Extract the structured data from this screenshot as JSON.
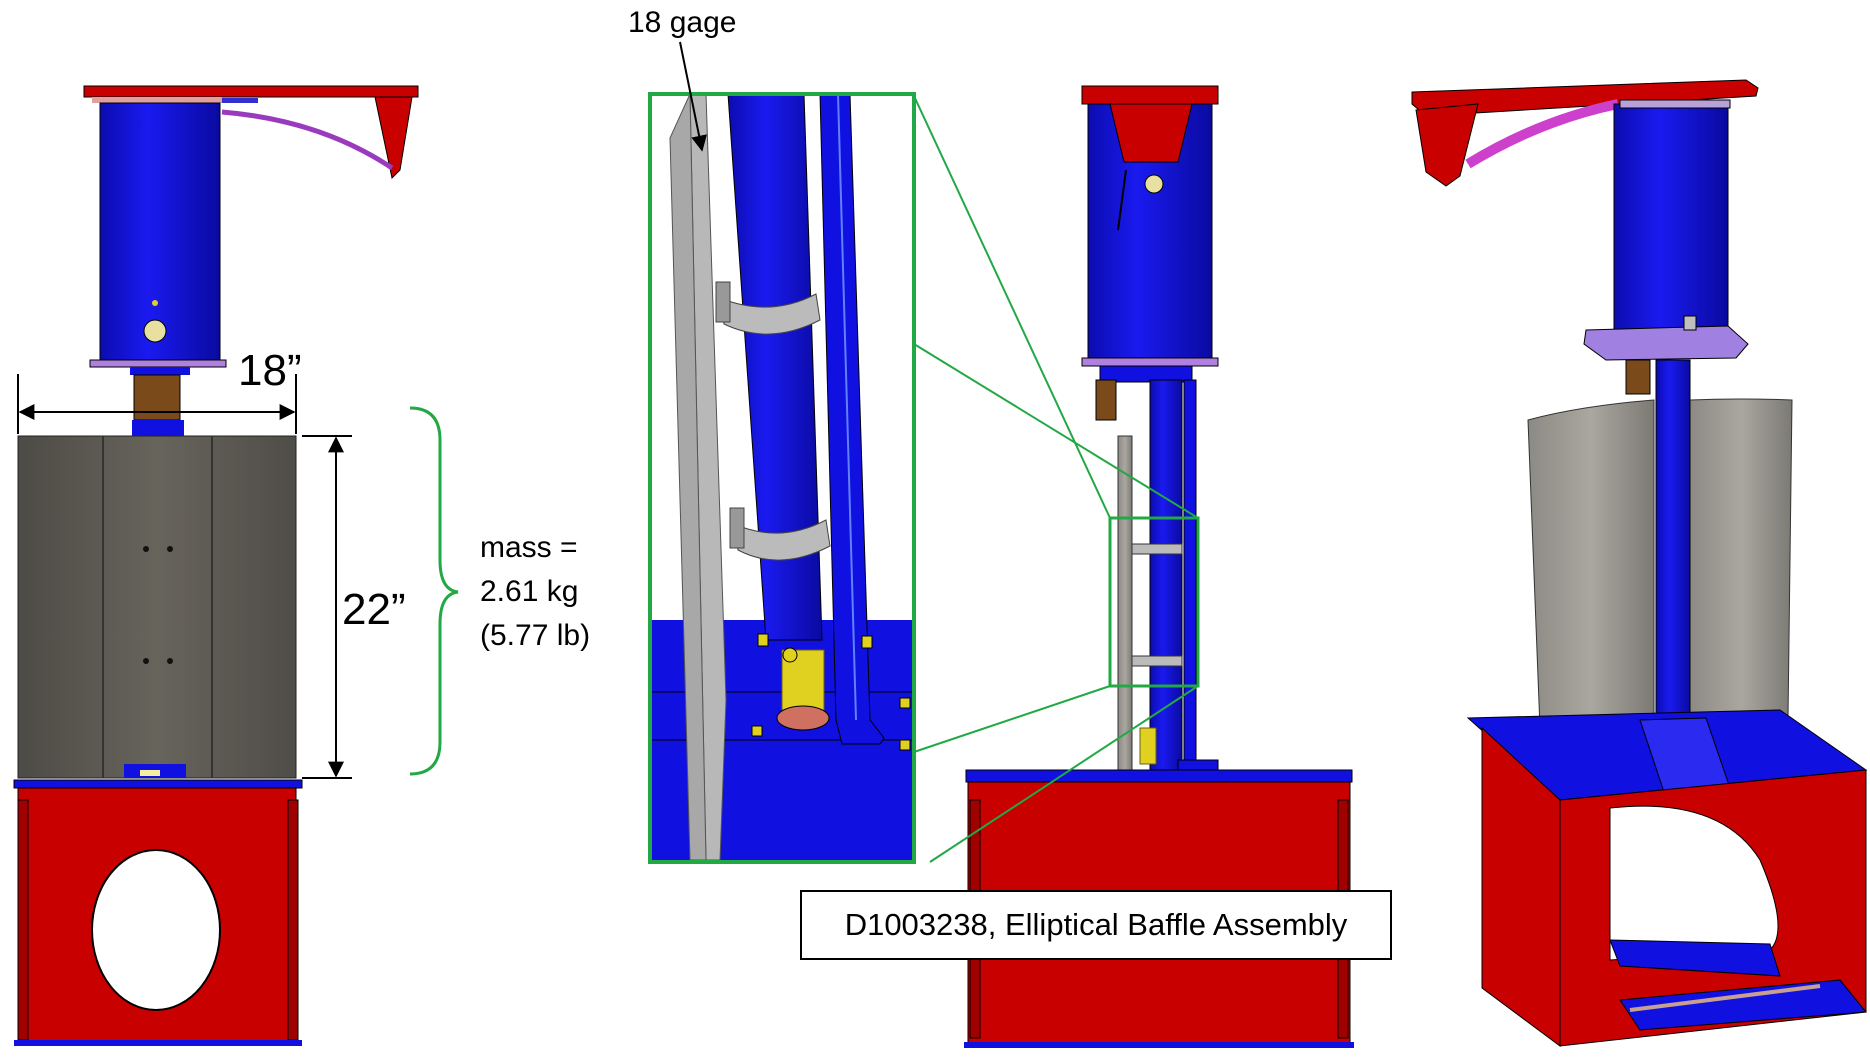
{
  "labels": {
    "width": "18”",
    "height": "22”",
    "gage": "18 gage",
    "mass_line1": "mass =",
    "mass_line2": "2.61 kg",
    "mass_line3": "(5.77 lb)",
    "part": "D1003238, Elliptical Baffle Assembly"
  },
  "colors": {
    "frame_red": "#c80000",
    "tube_blue": "#1010e0",
    "plate_gray": "#5c5a52",
    "plate_light": "#b8b8b8",
    "bracket_brown": "#7a4a1a",
    "arm_purple": "#9a3bbf",
    "callout_green": "#22a845",
    "hardware_yellow": "#e0d020"
  }
}
